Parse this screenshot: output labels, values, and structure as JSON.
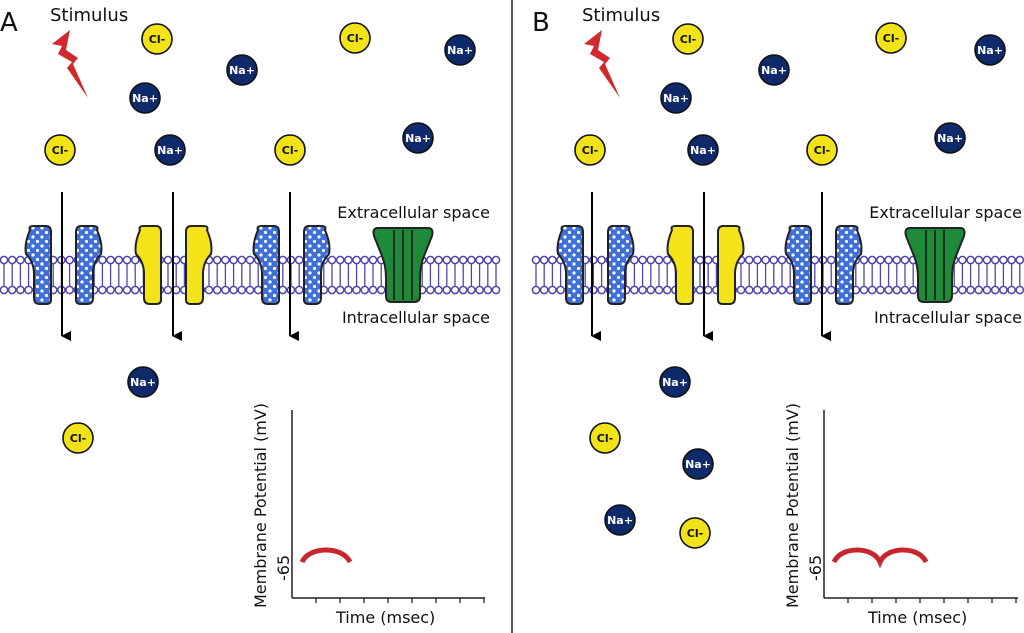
{
  "panels": [
    {
      "letter": "A",
      "stimulus_label": "Stimulus",
      "extracellular_label": "Extracellular space",
      "intracellular_label": "Intracellular space",
      "graph": {
        "ylabel": "Membrane Potential (mV)",
        "xlabel": "Time (msec)",
        "ytick": "-65",
        "potential_bumps": 1
      },
      "ions_outside": [
        "Cl-",
        "Na+",
        "Na+",
        "Cl-",
        "Na+",
        "Cl-",
        "Na+",
        "Cl-",
        "Na+"
      ],
      "ions_inside": [
        "Na+",
        "Cl-"
      ]
    },
    {
      "letter": "B",
      "stimulus_label": "Stimulus",
      "extracellular_label": "Extracellular space",
      "intracellular_label": "Intracellular space",
      "graph": {
        "ylabel": "Membrane Potential (mV)",
        "xlabel": "Time (msec)",
        "ytick": "-65",
        "potential_bumps": 2
      },
      "ions_outside": [
        "Cl-",
        "Na+",
        "Na+",
        "Cl-",
        "Na+",
        "Cl-",
        "Na+",
        "Cl-",
        "Na+"
      ],
      "ions_inside": [
        "Na+",
        "Cl-",
        "Na+",
        "Na+",
        "Cl-"
      ]
    }
  ],
  "colors": {
    "na_ion": "#0e2a6b",
    "cl_ion": "#f2e318",
    "na_channel": "#3f6fd8",
    "cl_channel": "#f5e31a",
    "other_channel": "#1f8a3a",
    "lipid_head": "#5146a8",
    "potential_trace": "#c8262e",
    "stimulus_bolt": "#d02a2f"
  }
}
